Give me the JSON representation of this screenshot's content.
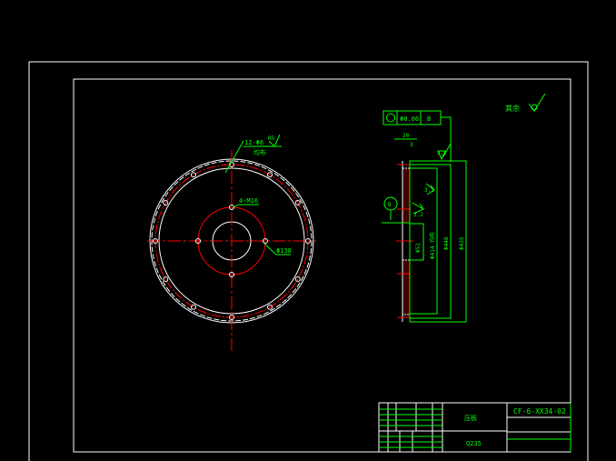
{
  "colors": {
    "background": "#000000",
    "frame": "#ffffff",
    "dimension": "#00ff00",
    "centerline": "#ff0000",
    "part": "#ffffff"
  },
  "annotations": {
    "holes_outer": "12-Φ8",
    "holes_outer_note": "均布",
    "roughness_top": "R5",
    "holes_inner": "4-M16",
    "bolt_circle": "Φ138",
    "roughness_other": "其余",
    "tolerance_value": "Φ0.06",
    "tolerance_datum": "B",
    "thickness": "20",
    "step": "3",
    "roughness_side": "3.2",
    "roughness_side2": "3.2",
    "roughness_side3": "3.2",
    "datum_label": "B",
    "dim_bore": "Φ51",
    "dim_pcd": "Φ414 均布",
    "dim_inner": "Φ448",
    "dim_outer": "Φ435"
  },
  "title_block": {
    "part_name": "压板",
    "drawing_number": "CF-6-XX34-02",
    "material": "Q235"
  }
}
